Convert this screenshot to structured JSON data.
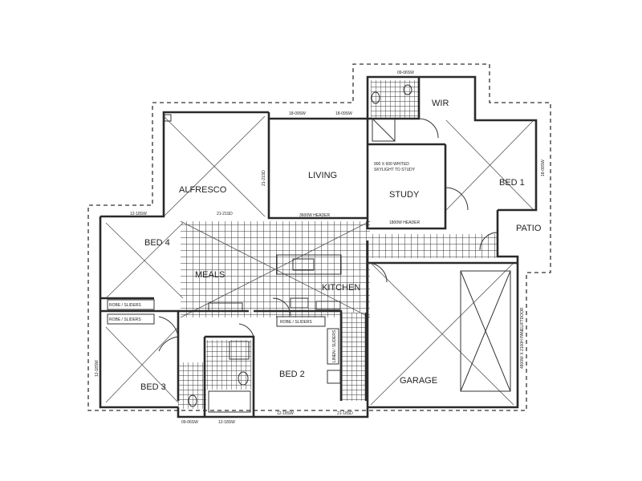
{
  "rooms": {
    "wir": "WIR",
    "alfresco": "ALFRESCO",
    "living": "LIVING",
    "study": "STUDY",
    "bed1": "BED 1",
    "patio": "PATIO",
    "bed4": "BED 4",
    "meals": "MEALS",
    "kitchen": "KITCHEN",
    "bed2": "BED 2",
    "bed3": "BED 3",
    "garage": "GARAGE"
  },
  "notes": {
    "robe_slider_a": "ROBE / SLIDERS",
    "robe_slider_b": "ROBE / SLIDERS",
    "robe_slider_c": "ROBE / SLIDERS",
    "linen": "LINEN / SLIDERS",
    "skylight_1": "900 X 600 WHITED",
    "skylight_2": "SKYLIGHT TO STUDY",
    "living_header": "3600W HEADER",
    "study_header": "1800W HEADER",
    "garage_door": "4800W X 2100H PANELIFTDOOR",
    "dim_top": "09-06SW",
    "dim_living_1": "18-09SW",
    "dim_living_2": "18-09SW",
    "dim_alfresco_v": "21-21SD",
    "dim_alfresco_b": "21-21SD",
    "dim_bed4": "12-18SW",
    "dim_left": "12-18SW",
    "dim_bed1": "18-09SW",
    "dim_bed2": "12-18SW",
    "dim_bottom_mid": "21-18SD",
    "dim_bath_1": "09-06SW",
    "dim_bath_2": "12-18SW"
  }
}
